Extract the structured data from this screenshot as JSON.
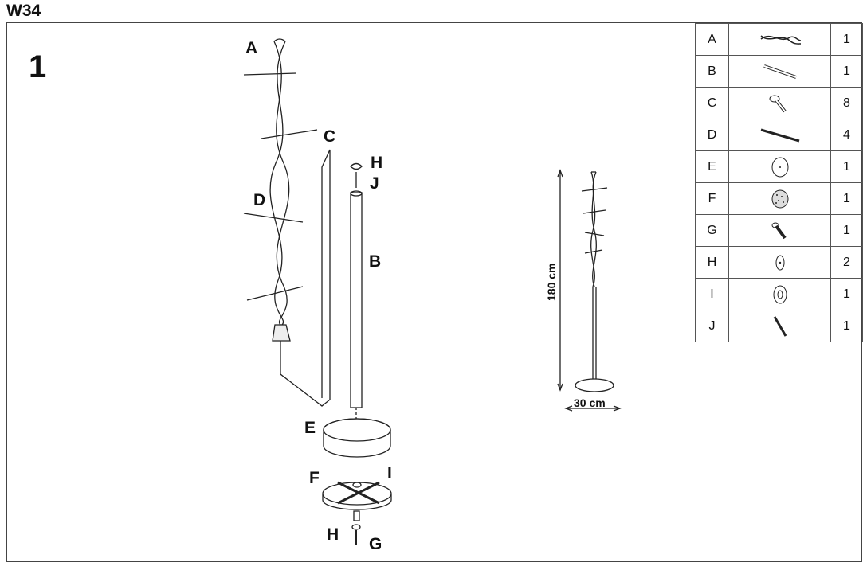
{
  "document": {
    "title": "W34",
    "step": "1"
  },
  "dimensions": {
    "height": "180 cm",
    "width": "30 cm"
  },
  "callouts": [
    "A",
    "B",
    "C",
    "D",
    "E",
    "F",
    "G",
    "H",
    "I",
    "J",
    "H"
  ],
  "parts": [
    {
      "letter": "A",
      "qty": "1",
      "icon": "twisted-frame-icon"
    },
    {
      "letter": "B",
      "qty": "1",
      "icon": "pole-tube-icon"
    },
    {
      "letter": "C",
      "qty": "8",
      "icon": "hook-peg-icon"
    },
    {
      "letter": "D",
      "qty": "4",
      "icon": "metal-rod-icon"
    },
    {
      "letter": "E",
      "qty": "1",
      "icon": "base-disc-icon"
    },
    {
      "letter": "F",
      "qty": "1",
      "icon": "anti-slip-pad-icon"
    },
    {
      "letter": "G",
      "qty": "1",
      "icon": "screw-bolt-icon"
    },
    {
      "letter": "H",
      "qty": "2",
      "icon": "small-washer-icon"
    },
    {
      "letter": "I",
      "qty": "1",
      "icon": "large-washer-icon"
    },
    {
      "letter": "J",
      "qty": "1",
      "icon": "short-rod-icon"
    }
  ]
}
